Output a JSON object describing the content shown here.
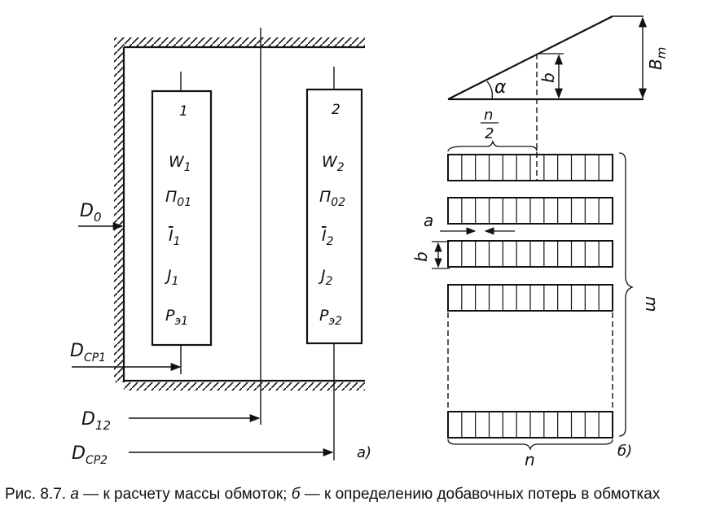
{
  "left_diagram": {
    "winding1": {
      "number": "1",
      "turns": "W",
      "turns_sub": "1",
      "cross_section": "П",
      "cross_section_sub": "01",
      "current": "I",
      "current_sub": "1",
      "density": "J",
      "density_sub": "1",
      "power": "P",
      "power_sub": "э1"
    },
    "winding2": {
      "number": "2",
      "turns": "W",
      "turns_sub": "2",
      "cross_section": "П",
      "cross_section_sub": "02",
      "current": "I",
      "current_sub": "2",
      "density": "J",
      "density_sub": "2",
      "power": "P",
      "power_sub": "э2"
    },
    "dims": {
      "d0": "D",
      "d0_sub": "0",
      "dcp1": "D",
      "dcp1_sub": "CP1",
      "d12": "D",
      "d12_sub": "12",
      "dcp2": "D",
      "dcp2_sub": "CP2"
    },
    "part_label": "a)"
  },
  "right_diagram": {
    "alpha": "α",
    "b_top": "b",
    "bm": "B",
    "bm_sub": "m",
    "n_over_2_num": "n",
    "n_over_2_den": "2",
    "a_label": "a",
    "b_side": "b",
    "m_label": "m",
    "n_label": "n",
    "part_label": "б)"
  },
  "caption": {
    "prefix": "Рис. 8.7. ",
    "a_letter": "а",
    "a_text": " — к расчету массы обмоток; ",
    "b_letter": "б",
    "b_text": " — к определению добавочных потерь в обмотках"
  }
}
